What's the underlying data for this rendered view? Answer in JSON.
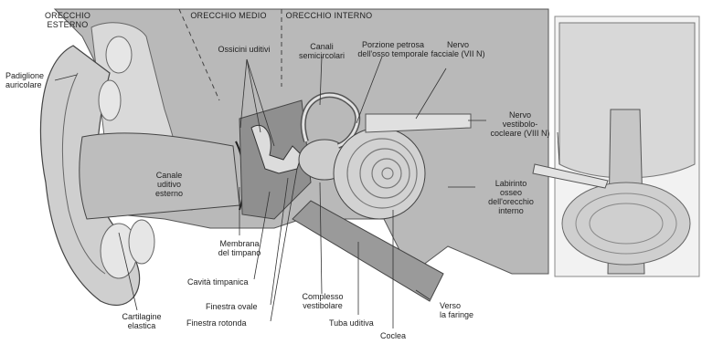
{
  "regions": {
    "outer_ear": "ORECCHIO\nESTERNO",
    "middle_ear": "ORECCHIO MEDIO",
    "inner_ear": "ORECCHIO INTERNO"
  },
  "labels": {
    "pinna": "Padiglione\nauricolare",
    "ossicles": "Ossicini uditivi",
    "semicircular_canals": "Canali\nsemicircolari",
    "petrous_bone": "Porzione petrosa\ndell'osso temporale",
    "facial_nerve": "Nervo\nfacciale (VII N)",
    "vestibulocochlear_nerve": "Nervo\nvestibolo-\ncocleare (VIII N)",
    "ear_canal": "Canale\nuditivo\nesterno",
    "bony_labyrinth": "Labirinto\nosseo\ndell'orecchio\ninterno",
    "eardrum": "Membrana\ndel timpano",
    "tympanic_cavity": "Cavità timpanica",
    "oval_window": "Finestra ovale",
    "round_window": "Finestra rotonda",
    "vestibular_complex": "Complesso\nvestibolare",
    "eustachian_tube": "Tuba uditiva",
    "to_pharynx": "Verso\nla faringe",
    "cochlea": "Coclea",
    "elastic_cartilage": "Cartilagine\nelastica"
  }
}
